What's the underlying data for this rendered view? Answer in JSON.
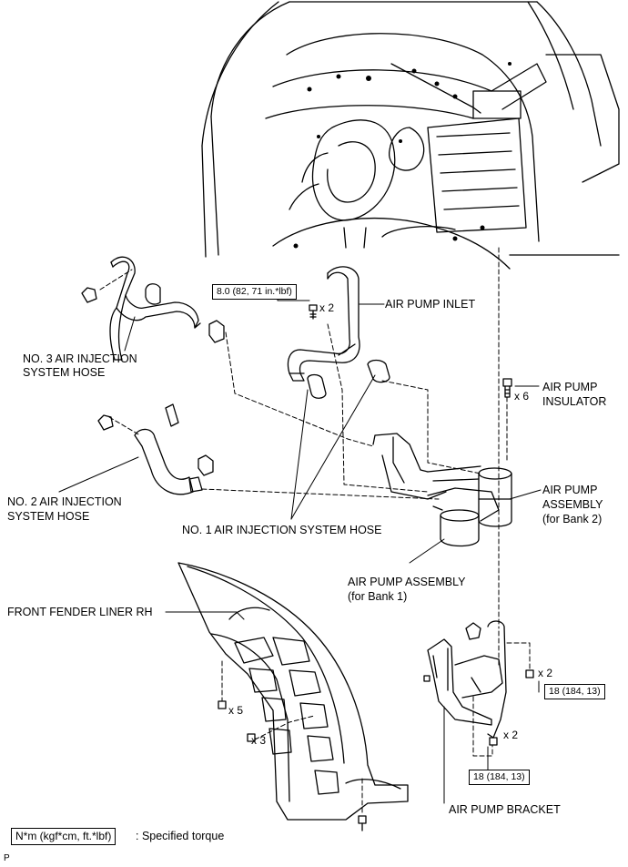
{
  "labels": {
    "air_pump_inlet": "AIR PUMP INLET",
    "no3_hose_l1": "NO. 3 AIR INJECTION",
    "no3_hose_l2": "SYSTEM HOSE",
    "air_pump_insulator_l1": "AIR PUMP",
    "air_pump_insulator_l2": "INSULATOR",
    "no2_hose_l1": "NO. 2 AIR INJECTION",
    "no2_hose_l2": "SYSTEM HOSE",
    "air_pump_bank2_l1": "AIR PUMP",
    "air_pump_bank2_l2": "ASSEMBLY",
    "air_pump_bank2_l3": "(for Bank 2)",
    "no1_hose": "NO. 1 AIR INJECTION SYSTEM HOSE",
    "air_pump_bank1_l1": "AIR PUMP ASSEMBLY",
    "air_pump_bank1_l2": "(for Bank 1)",
    "fender_liner": "FRONT FENDER LINER RH",
    "air_pump_bracket": "AIR PUMP BRACKET"
  },
  "quantities": {
    "inlet_bolts": "x 2",
    "insulator_bolts": "x 6",
    "liner_clips": "x 5",
    "liner_screws": "x 3",
    "bracket_bolts_upper": "x 2",
    "bracket_bolts_lower": "x 2"
  },
  "torques": {
    "inlet": "8.0 (82, 71 in.*lbf)",
    "bracket_upper": "18 (184, 13)",
    "bracket_lower": "18 (184, 13)"
  },
  "legend": {
    "box_text": "N*m (kgf*cm, ft.*lbf)",
    "description": ": Specified torque"
  },
  "figure_mark": "P"
}
